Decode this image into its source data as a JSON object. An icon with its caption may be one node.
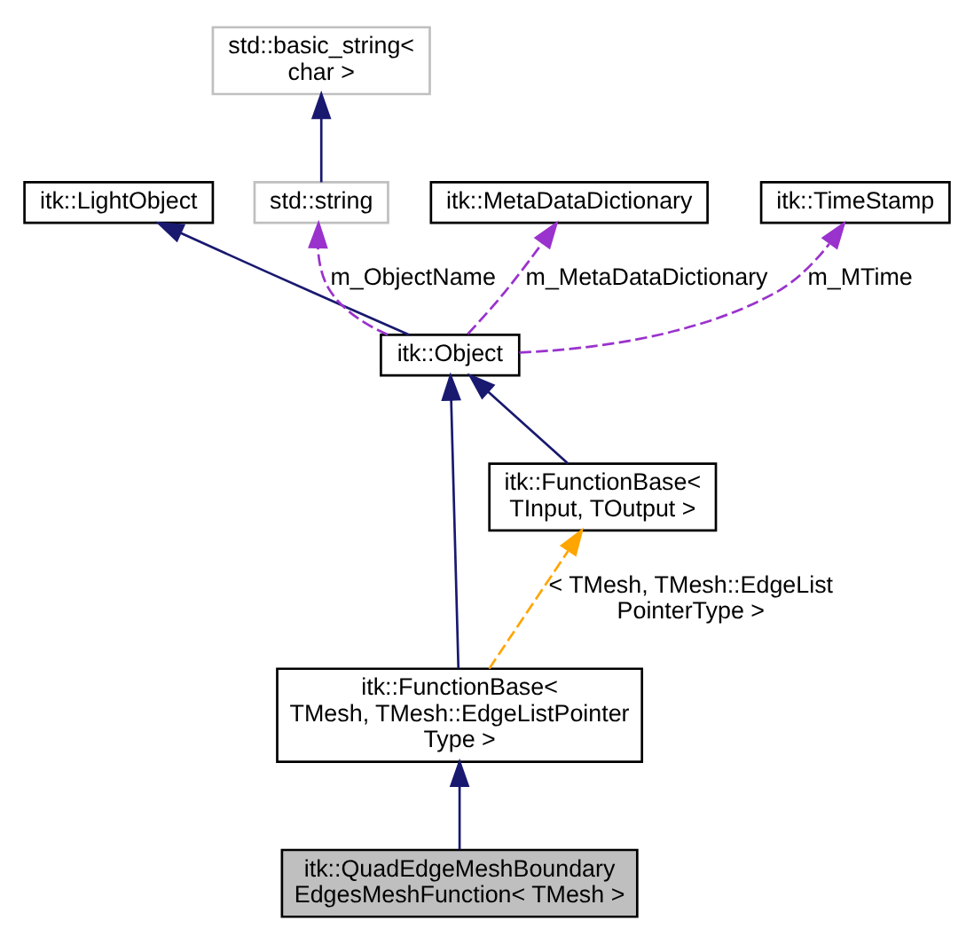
{
  "diagram": {
    "nodes": [
      {
        "text": [
          "std::basic_string< char >"
        ]
      },
      {
        "text": [
          "itk::LightObject"
        ]
      },
      {
        "text": [
          "std::string"
        ]
      },
      {
        "text": [
          "itk::MetaDataDictionary"
        ]
      },
      {
        "text": [
          "itk::TimeStamp"
        ]
      },
      {
        "text": [
          "itk::Object"
        ]
      },
      {
        "text": [
          "itk::FunctionBase< TInput, TOutput >"
        ]
      },
      {
        "text": [
          "itk::FunctionBase< TMesh, TMesh::EdgeListPointer Type >"
        ]
      },
      {
        "text": [
          "itk::QuadEdgeMeshBoundary EdgesMeshFunction< TMesh >"
        ]
      }
    ],
    "edges": [
      {
        "from": 2,
        "to": 0,
        "arrow": "to"
      },
      {
        "from": 5,
        "to": 1,
        "arrow": "to"
      },
      {
        "from": 5,
        "to": 2,
        "arrow": "to",
        "label": "m_ObjectName",
        "style": "dashed",
        "color": "#9a32cd"
      },
      {
        "from": 5,
        "to": 3,
        "arrow": "to",
        "label": "m_MetaDataDictionary",
        "style": "dashed",
        "color": "#9a32cd"
      },
      {
        "from": 5,
        "to": 4,
        "arrow": "to",
        "label": "m_MTime",
        "style": "dashed",
        "color": "#9a32cd"
      },
      {
        "from": 6,
        "to": 5,
        "arrow": "to"
      },
      {
        "from": 7,
        "to": 5,
        "arrow": "to"
      },
      {
        "from": 7,
        "to": 6,
        "arrow": "to",
        "label": "< TMesh, TMesh::EdgeList PointerType >",
        "style": "dashed",
        "color": "#ffa500"
      },
      {
        "from": 8,
        "to": 7,
        "arrow": "to"
      }
    ]
  }
}
